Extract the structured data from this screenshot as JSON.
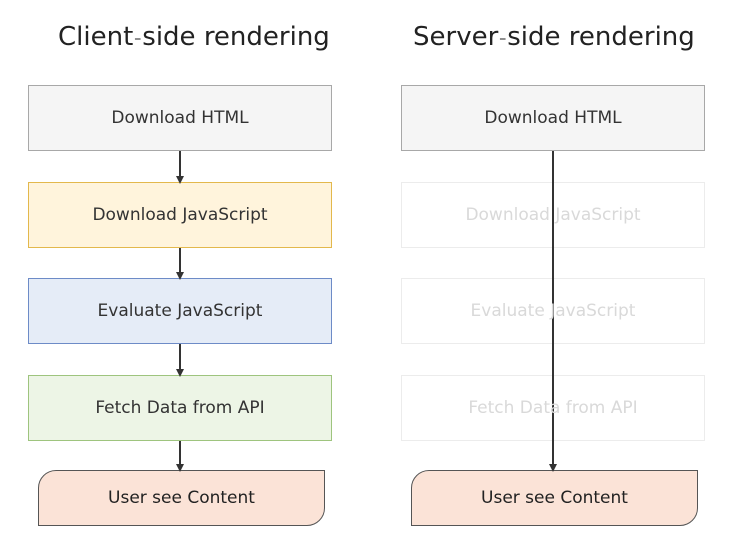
{
  "client": {
    "title_part1": "Client",
    "title_sep": "–",
    "title_part2": "side rendering",
    "steps": [
      "Download HTML",
      "Download JavaScript",
      "Evaluate JavaScript",
      "Fetch Data from API",
      "User see Content"
    ]
  },
  "server": {
    "title_part1": "Server",
    "title_sep": "–",
    "title_part2": "side rendering",
    "steps": [
      "Download HTML",
      "Download JavaScript",
      "Evaluate JavaScript",
      "Fetch Data from API",
      "User see Content"
    ]
  },
  "colors": {
    "neutral_fill": "#f5f5f5",
    "yellow_fill": "#fff4dc",
    "blue_fill": "#e5ecf7",
    "green_fill": "#edf5e6",
    "result_fill": "#fbe3d7",
    "faded_text": "#d9d9d9"
  }
}
